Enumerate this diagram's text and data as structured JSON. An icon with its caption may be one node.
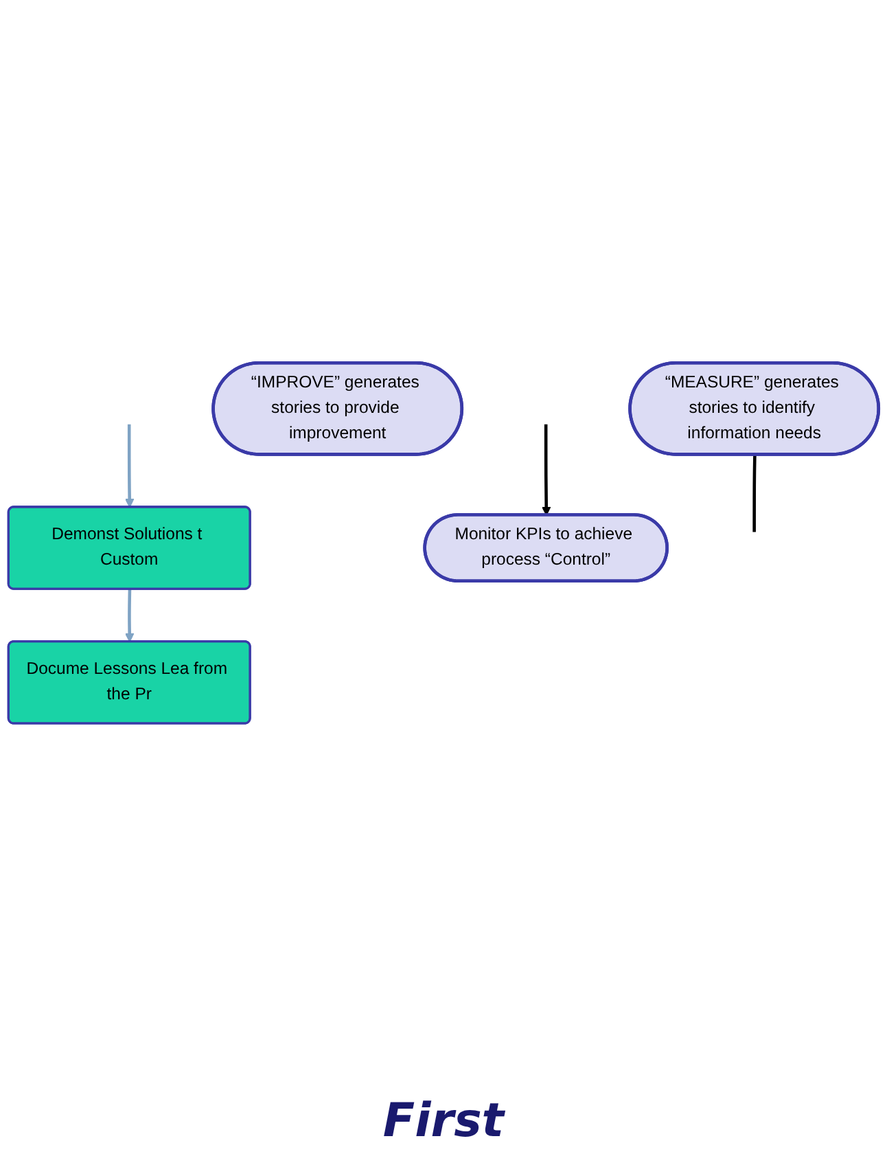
{
  "diagram": {
    "nodes": [
      {
        "text": [
          "“MEASURE” generates stories to identify information needs"
        ]
      },
      {
        "text": [
          "Docume Lessons Lea from the Pr"
        ]
      },
      {
        "text": [
          "Demonst Solutions t Custom"
        ]
      },
      {
        "text": [
          "“IMPROVE” generates stories to provide improvement"
        ]
      },
      {
        "text": [
          "Monitor KPIs to achieve process “Control”"
        ]
      }
    ],
    "edges": [
      {
        "from": null,
        "to": 2,
        "arrow": "to",
        "color": "#7fa3c4"
      },
      {
        "from": 2,
        "to": 1,
        "arrow": "to",
        "color": "#7fa3c4"
      },
      {
        "from": 0,
        "to": null,
        "arrow": "none",
        "color": "#000000"
      },
      {
        "from": null,
        "to": 4,
        "arrow": "to",
        "color": "#000000"
      }
    ],
    "labels": [
      "First"
    ]
  }
}
